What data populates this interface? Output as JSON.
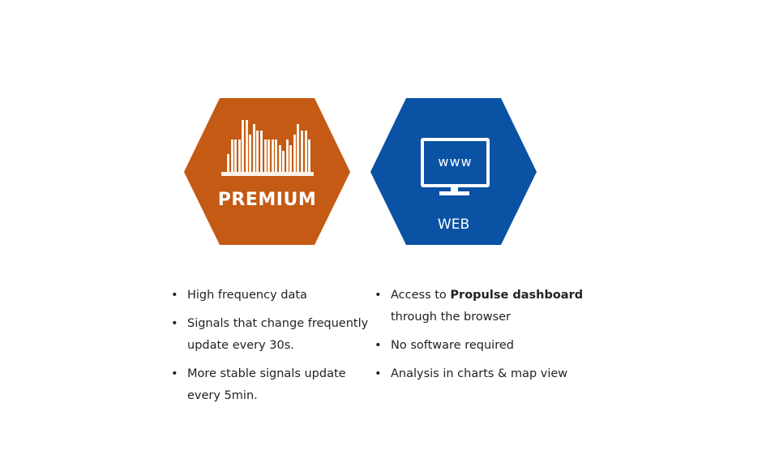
{
  "colors": {
    "premium_orange": "#C45A14",
    "web_blue": "#0A52A4",
    "icon_white": "#FFFFFF",
    "text": "#222222"
  },
  "premium": {
    "label": "PREMIUM",
    "icon": "bar-chart-icon",
    "bar_tops": [
      190,
      172,
      172,
      172,
      148,
      148,
      166,
      153,
      161,
      161,
      172,
      172,
      172,
      172,
      179,
      186,
      172,
      179,
      166,
      153,
      161,
      161,
      172
    ]
  },
  "web": {
    "label": "WEB",
    "icon": "monitor-www-icon",
    "screen_text": "www"
  },
  "lists": {
    "premium": [
      {
        "text": "High frequency data"
      },
      {
        "text": "Signals that change frequently update every 30s."
      },
      {
        "text": "More stable signals update every 5min."
      }
    ],
    "web": [
      {
        "prefix": "Access to ",
        "bold": "Propulse dashboard",
        "suffix": " through the browser"
      },
      {
        "text": "No software required"
      },
      {
        "text": "Analysis in charts & map view"
      }
    ],
    "bullet": "•"
  }
}
